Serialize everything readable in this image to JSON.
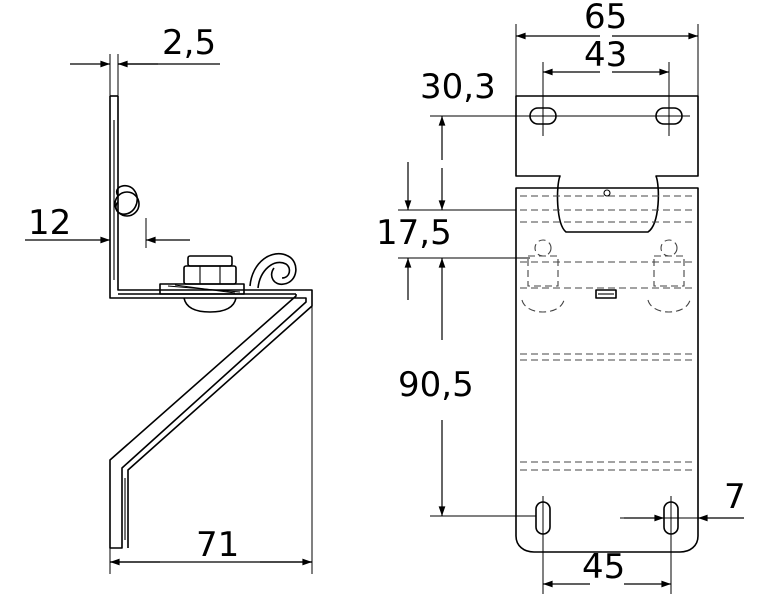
{
  "dimensions": {
    "thickness": "2,5",
    "hook_offset": "12",
    "side_width": "71",
    "overall_width": "65",
    "top_hole_spacing": "43",
    "top_hole_height": "30,3",
    "slot_height": "17,5",
    "hole_to_hole_height": "90,5",
    "bottom_hole_spacing": "45",
    "edge_offset": "7"
  }
}
